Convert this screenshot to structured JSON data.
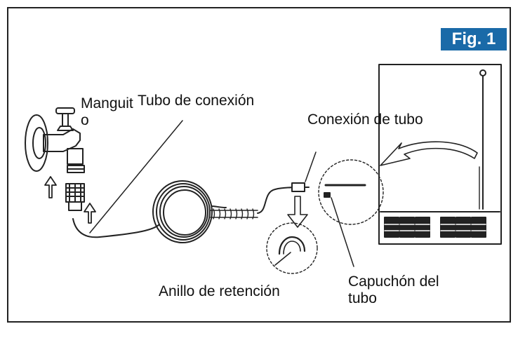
{
  "figure": {
    "badge": "Fig. 1"
  },
  "labels": {
    "manguito": "Manguit o",
    "tubo_conexion": "Tubo de conexión",
    "conexion_tubo": "Conexión de tubo",
    "anillo_retencion": "Anillo de retención",
    "capuchon_tubo": "Capuchón del tubo"
  },
  "colors": {
    "badge_bg": "#1a6aa8",
    "badge_text": "#ffffff",
    "line": "#222222"
  }
}
